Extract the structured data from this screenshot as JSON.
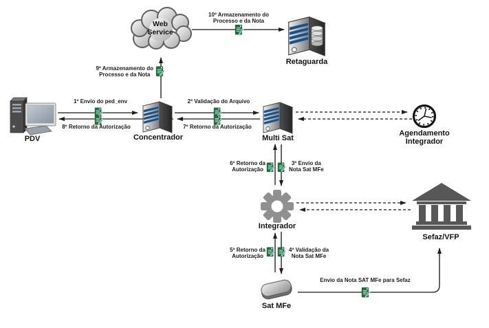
{
  "diagram": {
    "nodes": {
      "pdv": {
        "label": "PDV",
        "icon": "desktop-computer"
      },
      "concentrador": {
        "label": "Concentrador",
        "icon": "server-tower"
      },
      "web_service": {
        "lines": [
          "Web",
          "Service"
        ],
        "icon": "cloud"
      },
      "retaguarda": {
        "label": "Retaguarda",
        "icon": "database-server"
      },
      "multi_sat": {
        "label": "Multi Sat",
        "icon": "server-tower"
      },
      "agendamento_integrador": {
        "lines": [
          "Agendamento",
          "Integrador"
        ],
        "icon": "clock"
      },
      "integrador": {
        "label": "Integrador",
        "icon": "gear"
      },
      "sefaz_vfp": {
        "label": "Sefaz/VFP",
        "icon": "government-building"
      },
      "sat_mfe": {
        "label": "Sat MFe",
        "icon": "storage-device"
      }
    },
    "edges": {
      "envio_ped_env": {
        "label": "1º Envio do ped_env"
      },
      "retorno_autorizacao_8": {
        "label": "8º Retorno da Autorização"
      },
      "validacao_arquivo_2": {
        "label": "2º Validação do Arquivo"
      },
      "retorno_autorizacao_7": {
        "label": "7º Retorno da Autorização"
      },
      "armazenamento_9": {
        "lines": [
          "9º Armazenamento do",
          "Processo e da Nota"
        ]
      },
      "armazenamento_10": {
        "lines": [
          "10º Armazenamento do",
          "Processo e da Nota"
        ]
      },
      "retorno_autorizacao_6": {
        "lines": [
          "6º Retorno da",
          "Autorização"
        ]
      },
      "envio_nota_3": {
        "lines": [
          "3º Envio da",
          "Nota Sat MFe"
        ]
      },
      "retorno_autorizacao_5": {
        "lines": [
          "5º Retorno da",
          "Autorização"
        ]
      },
      "validacao_nota_4": {
        "lines": [
          "4º Validação da",
          "Nota Sat MFe"
        ]
      },
      "envio_nota_sefaz": {
        "label": "Envio da Nota SAT MFe para Sefaz"
      }
    },
    "icons": {
      "document_badge": "green-note-document"
    },
    "colors": {
      "connector": "#3d3d3d",
      "document_green": "#1e7145",
      "server_stripe_blue": "#1d4f7d",
      "gear_gray": "#909090",
      "building_gray": "#575757"
    }
  }
}
